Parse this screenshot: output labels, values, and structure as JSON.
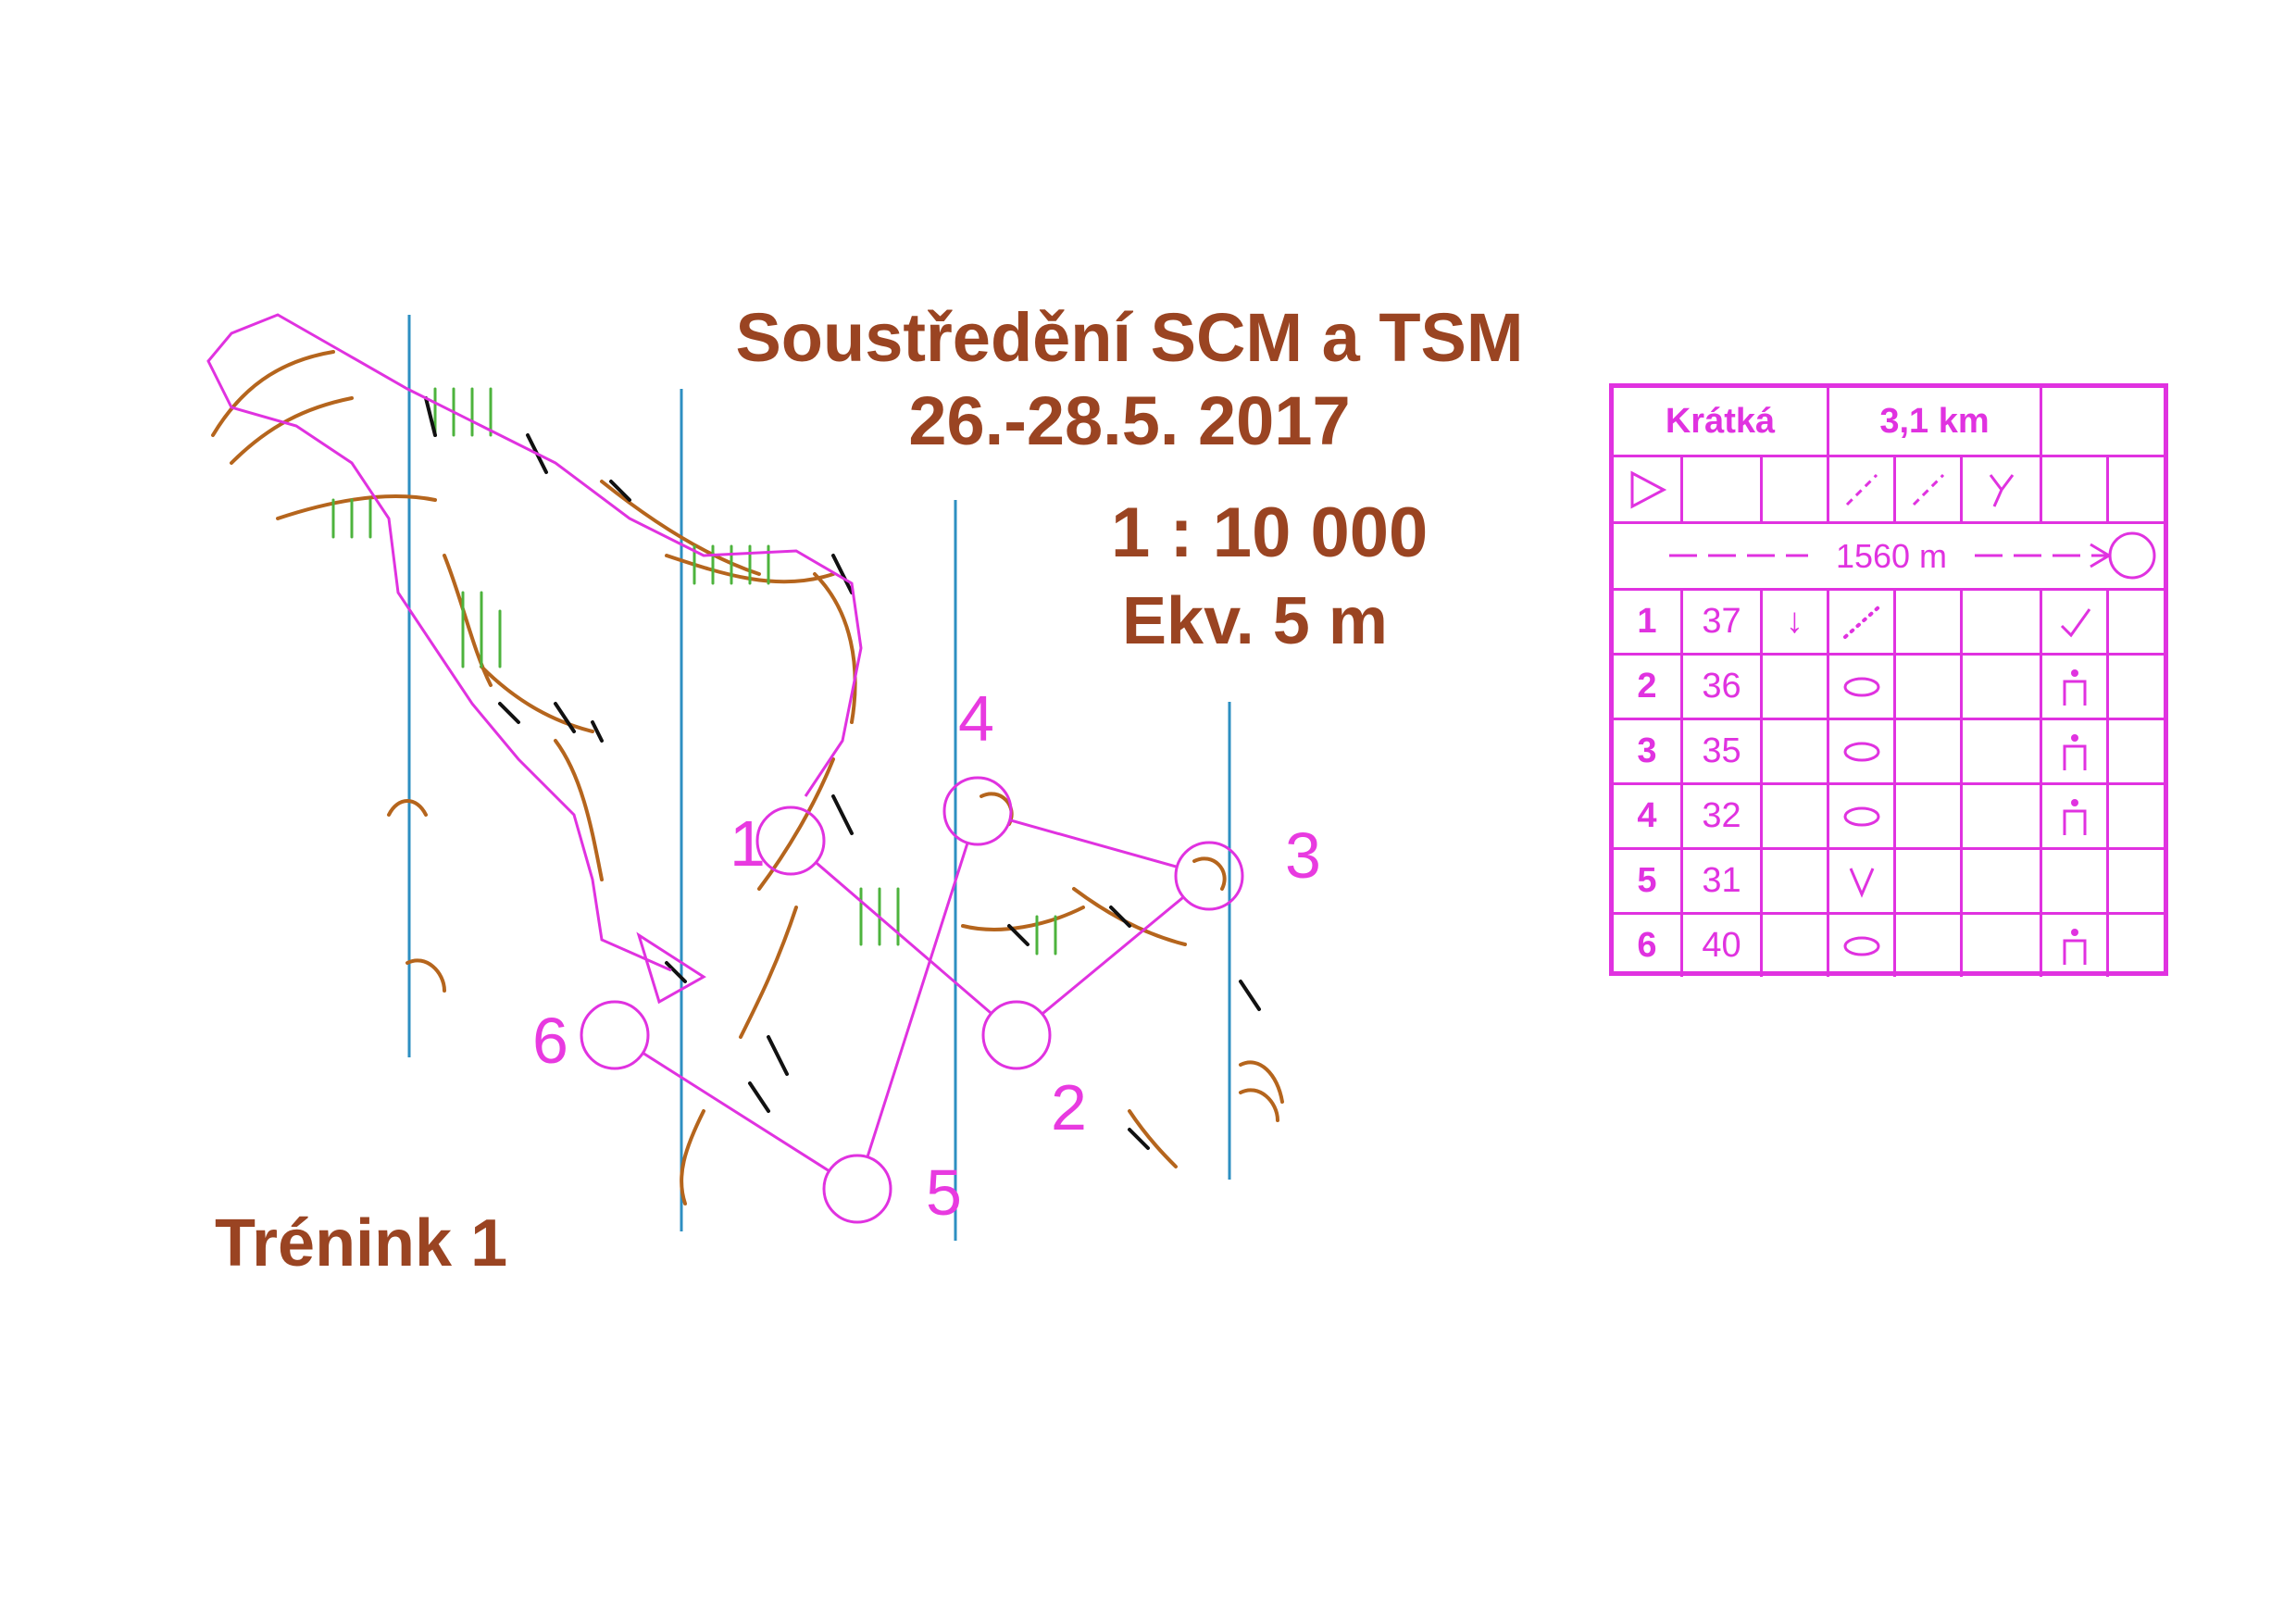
{
  "header": {
    "title": "Soustředění SCM a TSM",
    "dates": "26.-28.5. 2017",
    "scale": "1 : 10 000",
    "contour_interval": "Ekv. 5 m"
  },
  "footer": {
    "training_label": "Trénink 1"
  },
  "colors": {
    "course": "#e032e0",
    "title": "#9a4422",
    "meridian": "#2d8fc2",
    "contour": "#b5651d",
    "vegetation": "#4db33d"
  },
  "course": {
    "controls": [
      {
        "number": "1"
      },
      {
        "number": "2"
      },
      {
        "number": "3"
      },
      {
        "number": "4"
      },
      {
        "number": "5"
      },
      {
        "number": "6"
      }
    ]
  },
  "description_sheet": {
    "course_name": "Krátká",
    "length": "3,1 km",
    "start_symbol": "start-triangle-icon",
    "finish_distance": "1560 m",
    "rows": [
      {
        "num": "1",
        "code": "37",
        "direction": "↓",
        "feature": "stony-path-icon",
        "detail": "check-icon"
      },
      {
        "num": "2",
        "code": "36",
        "direction": "",
        "feature": "knoll-oval-icon",
        "detail": "foot-icon"
      },
      {
        "num": "3",
        "code": "35",
        "direction": "",
        "feature": "knoll-oval-icon",
        "detail": "foot-icon"
      },
      {
        "num": "4",
        "code": "32",
        "direction": "",
        "feature": "knoll-oval-icon",
        "detail": "foot-icon"
      },
      {
        "num": "5",
        "code": "31",
        "direction": "",
        "feature": "depression-v-icon",
        "detail": ""
      },
      {
        "num": "6",
        "code": "40",
        "direction": "",
        "feature": "knoll-oval-icon",
        "detail": "foot-icon"
      }
    ]
  }
}
